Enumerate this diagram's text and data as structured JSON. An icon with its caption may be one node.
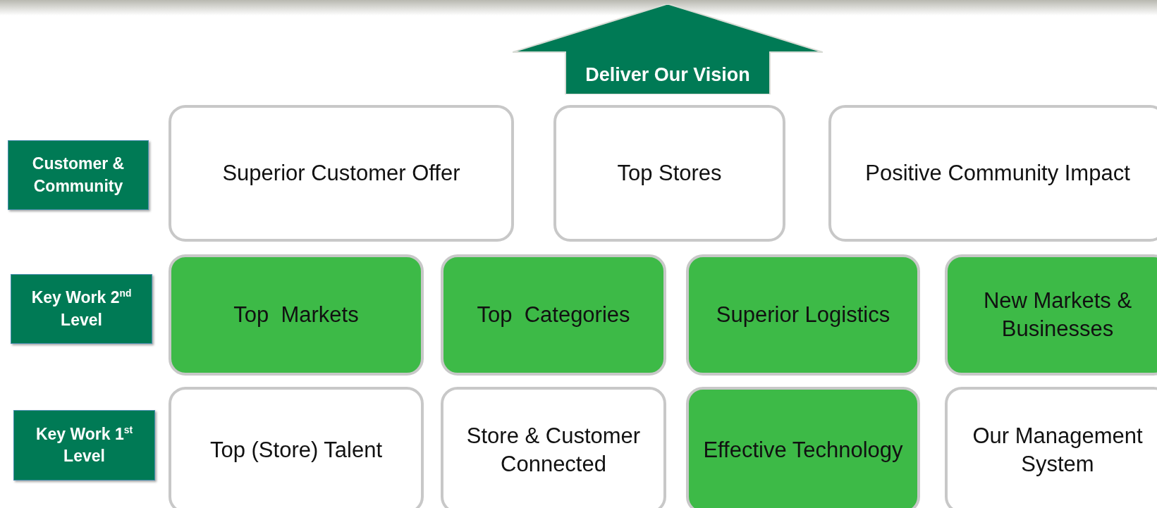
{
  "diagram": {
    "nodes": [
      {
        "text": [
          "Deliver Our Vision"
        ]
      },
      {
        "text": [
          "Customer & Community"
        ]
      },
      {
        "text": [
          "Superior Customer Offer"
        ]
      },
      {
        "text": [
          "Top Stores"
        ]
      },
      {
        "text": [
          "Positive Community Impact"
        ]
      },
      {
        "text": [
          "Key Work 2$^{nd}$ Level"
        ]
      },
      {
        "text": [
          "Top  Markets"
        ]
      },
      {
        "text": [
          "Top  Categories"
        ]
      },
      {
        "text": [
          "Superior Logistics"
        ]
      },
      {
        "text": [
          "New Markets & Businesses"
        ]
      },
      {
        "text": [
          "Key Work 1$^{st}$ Level"
        ]
      },
      {
        "text": [
          "Top (Store) Talent"
        ]
      },
      {
        "text": [
          "Store & Customer Connected"
        ]
      },
      {
        "text": [
          "Effective Technology"
        ]
      },
      {
        "text": [
          "Our Management System"
        ]
      }
    ]
  }
}
